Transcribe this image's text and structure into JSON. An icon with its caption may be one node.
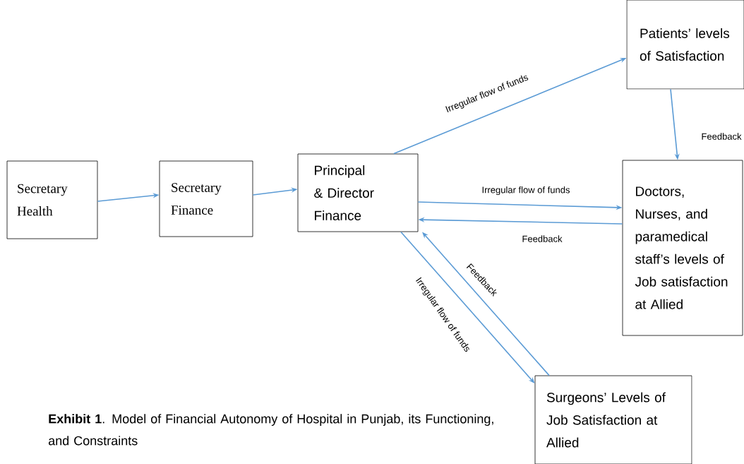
{
  "diagram": {
    "caption": "**Exhibit 1**. Model of Financial Autonomy of Hospital in Punjab, its Functioning, and Constraints",
    "nodes": [
      {
        "text": [
          "Secretary Health"
        ]
      },
      {
        "text": [
          "Secretary Finance"
        ]
      },
      {
        "text": [
          "Principal & Director Finance"
        ]
      },
      {
        "text": [
          "Patients’ levels of Satisfaction"
        ]
      },
      {
        "text": [
          "Doctors, Nurses, and paramedical staff’s levels of Job satisfaction at Allied"
        ]
      },
      {
        "text": [
          "Surgeons’ Levels of Job Satisfaction at Allied"
        ]
      }
    ],
    "edges": [
      {
        "from": 0,
        "to": 1,
        "arrow": "to"
      },
      {
        "from": 1,
        "to": 2,
        "arrow": "to"
      },
      {
        "from": 2,
        "to": 3,
        "arrow": "to",
        "label": "Irregular flow of funds"
      },
      {
        "from": 3,
        "to": 4,
        "arrow": "to",
        "label": "Feedback"
      },
      {
        "from": 2,
        "to": 4,
        "arrow": "to",
        "label": "Irregular flow of funds"
      },
      {
        "from": 4,
        "to": 2,
        "arrow": "to",
        "label": "Feedback"
      },
      {
        "from": 2,
        "to": 5,
        "arrow": "to",
        "label": "Irregular flow of funds"
      },
      {
        "from": 5,
        "to": 2,
        "arrow": "to",
        "label": "Feedback"
      }
    ]
  }
}
